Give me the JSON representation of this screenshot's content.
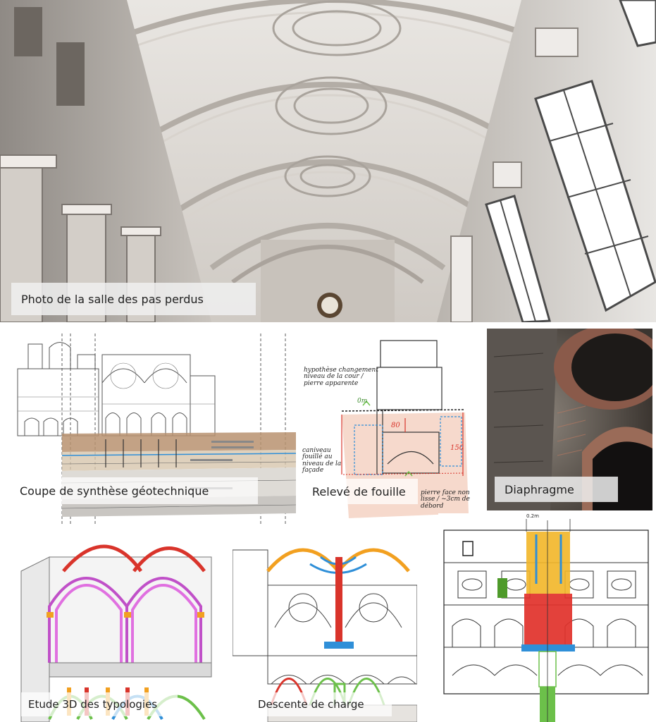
{
  "panels": {
    "photo_hall": {
      "caption": "Photo de la salle des pas perdus"
    },
    "geotech_section": {
      "caption": "Coupe de synthèse géotechnique"
    },
    "excavation_survey": {
      "caption": "Relevé de fouille",
      "annotations": {
        "hypothesis": "hypothèse changement niveau de la cour / pierre apparente",
        "caniveau": "caniveau fouillé au niveau de la façade",
        "pierre_face": "pierre face non lisse / ~3cm de débord",
        "dim_80": "80",
        "dim_150": "150",
        "dim_0m": "0m"
      }
    },
    "diaphragm": {
      "caption": "Diaphragme"
    },
    "typology_3d": {
      "caption": "Etude 3D des typologies"
    },
    "load_path": {
      "caption": "Descente de charge"
    },
    "facade_section": {
      "dim_label": "0.2m"
    }
  },
  "colors": {
    "masonry_red": "#d9342b",
    "vault_orange": "#f2a020",
    "tie_blue": "#2f8fd8",
    "foundation_green": "#6cc04a",
    "vault_magenta": "#c050c8",
    "soil_brown": "#b89270"
  }
}
